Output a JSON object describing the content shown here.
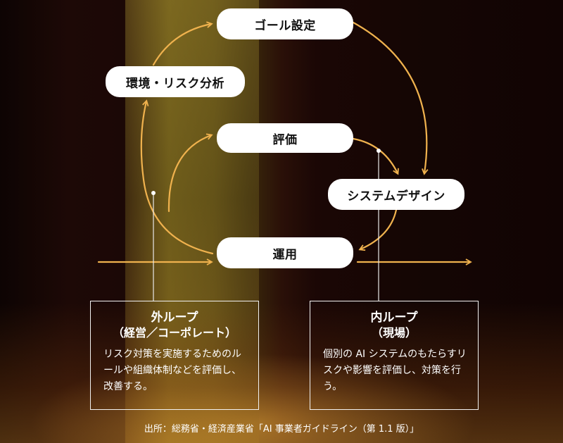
{
  "nodes": {
    "goal": "ゴール設定",
    "env": "環境・リスク分析",
    "eval": "評価",
    "system": "システムデザイン",
    "ops": "運用"
  },
  "outer_loop": {
    "title": "外ループ",
    "subtitle": "（経営／コーポレート）",
    "description": "リスク対策を実施するためのルールや組織体制などを評価し、改善する。"
  },
  "inner_loop": {
    "title": "内ループ",
    "subtitle": "（現場）",
    "description": "個別の AI システムのもたらすリスクや影響を評価し、対策を行う。"
  },
  "source": "出所：総務省・経済産業省「AI 事業者ガイドライン（第 1.1 版）」",
  "colors": {
    "arrow": "#f0b24e",
    "pill_bg": "#ffffff",
    "box_border": "#f2f2f2"
  }
}
